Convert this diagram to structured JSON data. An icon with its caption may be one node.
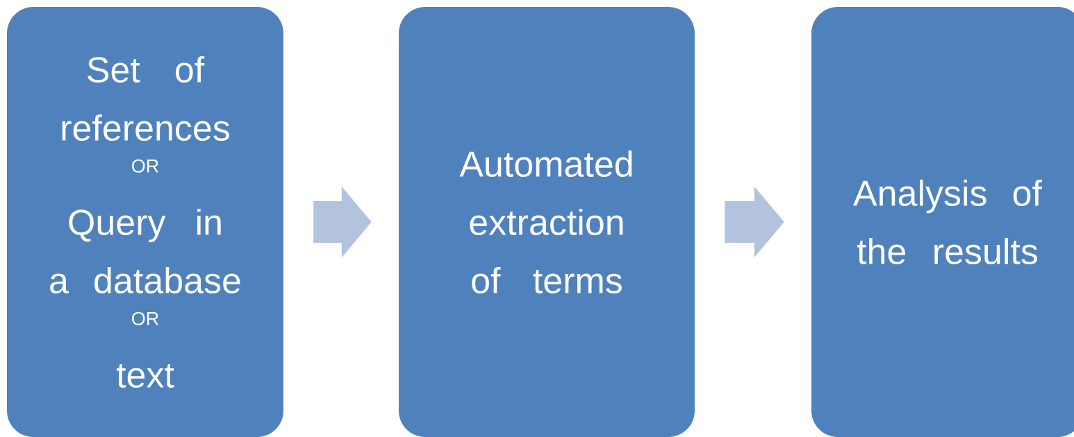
{
  "diagram": {
    "nodes": [
      {
        "text": [
          "Set of references",
          "OR",
          "Query in a database",
          "OR",
          "text"
        ]
      },
      {
        "text": [
          "Automated extraction of terms"
        ]
      },
      {
        "text": [
          "Analysis of the results"
        ]
      }
    ],
    "edges": [
      {
        "from": 0,
        "to": 1,
        "arrow": "to"
      },
      {
        "from": 1,
        "to": 2,
        "arrow": "to"
      }
    ]
  }
}
